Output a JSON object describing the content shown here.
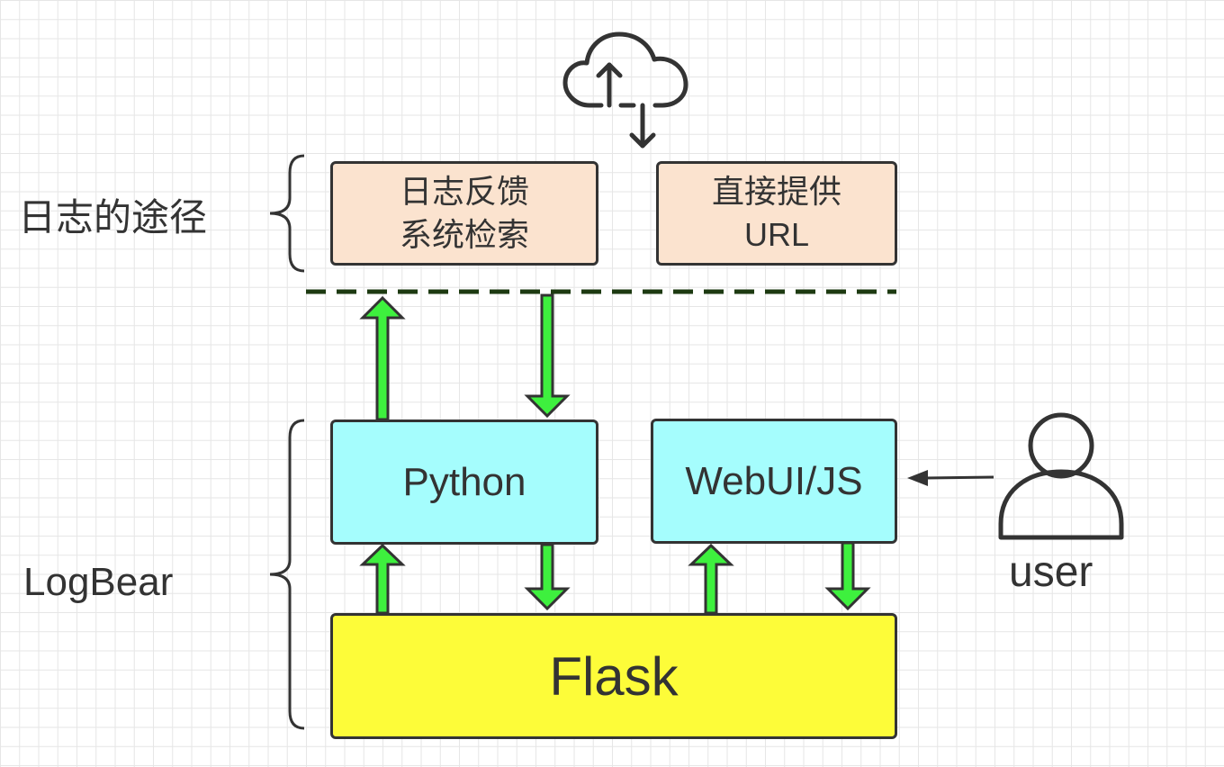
{
  "labels": {
    "log_path": "日志的途径",
    "logbear": "LogBear",
    "user": "user"
  },
  "boxes": {
    "feedback": {
      "line1": "日志反馈",
      "line2": "系统检索"
    },
    "direct_url": {
      "line1": "直接提供",
      "line2": "URL"
    },
    "python": "Python",
    "webui": "WebUI/JS",
    "flask": "Flask"
  },
  "colors": {
    "box_orange": "#fbe3cf",
    "box_cyan": "#a5fdfd",
    "box_yellow": "#fdfc39",
    "arrow_green": "#3ef03e",
    "divider_dark_green": "#1d3a11",
    "stroke": "#333333"
  },
  "icons": {
    "cloud": "cloud-upload-download-icon",
    "user": "user-person-icon"
  }
}
